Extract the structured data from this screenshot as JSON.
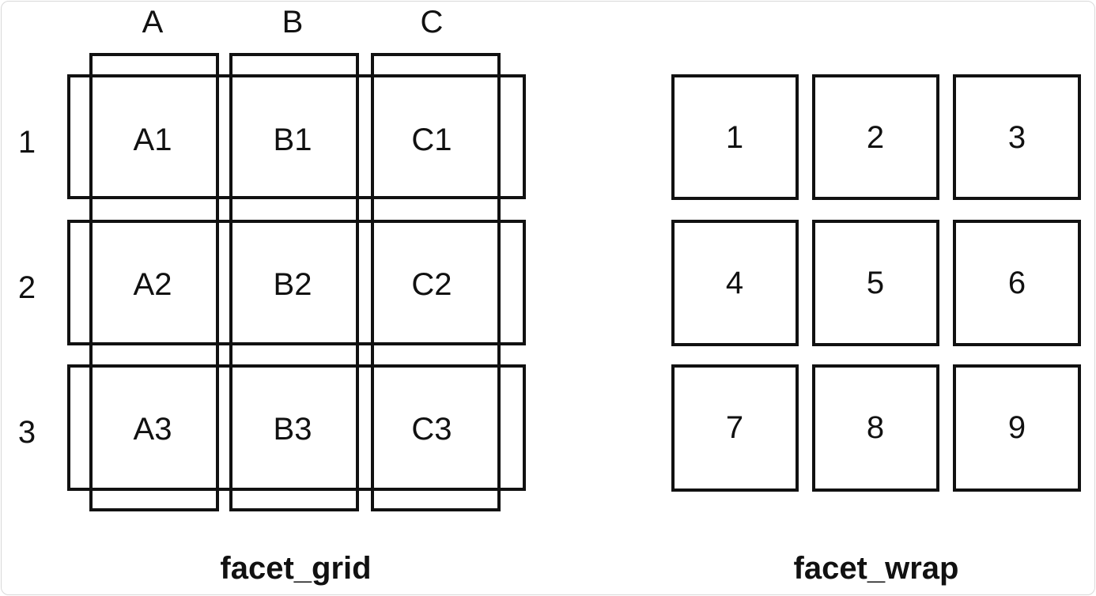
{
  "facet_grid": {
    "caption": "facet_grid",
    "column_labels": [
      "A",
      "B",
      "C"
    ],
    "row_labels": [
      "1",
      "2",
      "3"
    ],
    "cells": [
      [
        "A1",
        "B1",
        "C1"
      ],
      [
        "A2",
        "B2",
        "C2"
      ],
      [
        "A3",
        "B3",
        "C3"
      ]
    ]
  },
  "facet_wrap": {
    "caption": "facet_wrap",
    "cells": [
      "1",
      "2",
      "3",
      "4",
      "5",
      "6",
      "7",
      "8",
      "9"
    ]
  }
}
